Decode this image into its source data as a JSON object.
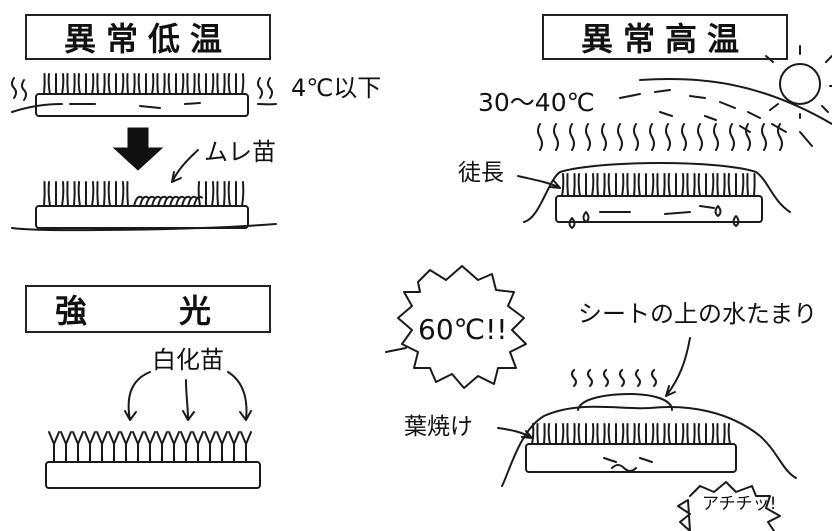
{
  "panels": {
    "low_temp": {
      "title": "異常低温",
      "temp_note": "4℃以下",
      "result_label": "ムレ苗"
    },
    "high_temp": {
      "title": "異常高温",
      "temp_note": "30～40℃",
      "result_label": "徒長"
    },
    "strong_light": {
      "title": "強　光",
      "result_label": "白化苗"
    },
    "hot_sheet": {
      "burst_text": "60℃!!",
      "puddle_label": "シートの上の水たまり",
      "result_label": "葉焼け",
      "exclaim_text": "アチチッ!"
    }
  },
  "colors": {
    "ink": "#1a1a1a",
    "background": "#ffffff"
  }
}
